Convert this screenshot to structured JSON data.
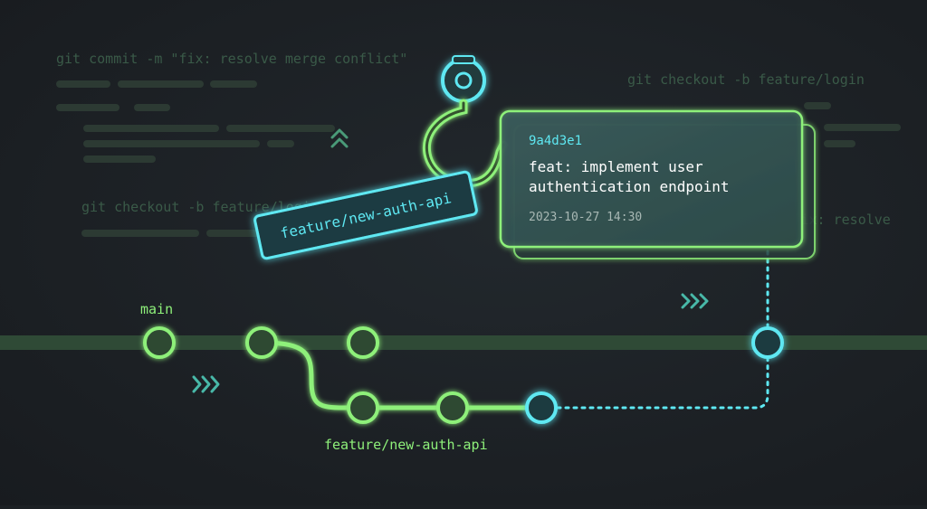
{
  "background_code": {
    "line1": "git commit -m \"fix: resolve merge conflict\"",
    "line2": "git checkout -b feature/login",
    "line3": "git checkout -b feature/login",
    "line4": "git commit -m \"fix: resolve"
  },
  "branches": {
    "main_label": "main",
    "feature_label": "feature/new-auth-api"
  },
  "hook_tag": {
    "label": "feature/new-auth-api"
  },
  "commit_card": {
    "hash": "9a4d3e1",
    "message_line1": "feat: implement user",
    "message_line2": "authentication endpoint",
    "timestamp": "2023-10-27 14:30"
  },
  "colors": {
    "background": "#1c2024",
    "green": "#8ef07a",
    "cyan": "#5ee8f2",
    "muted_green": "#3a5a48"
  },
  "icons": {
    "double_chevron_up": "double-chevron-up-icon",
    "double_chevron_right": "double-chevron-right-icon",
    "crane_hook": "crane-hook-icon"
  }
}
